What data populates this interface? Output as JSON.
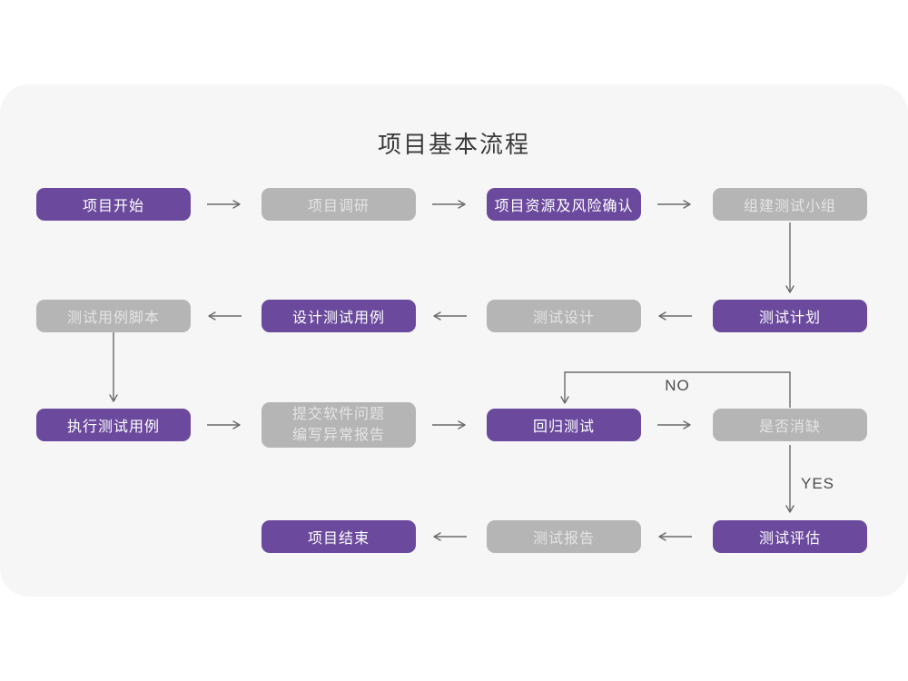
{
  "title": "项目基本流程",
  "colors": {
    "purple": "#6b4a9e",
    "gray": "#b5b5b6",
    "arrow": "#6a6a6a",
    "card_background": "#f6f6f7",
    "page_background": "#ffffff"
  },
  "flow": {
    "nodes": [
      {
        "label": "项目开始",
        "variant": "purple"
      },
      {
        "label": "项目调研",
        "variant": "gray"
      },
      {
        "label": "项目资源及风险确认",
        "variant": "purple"
      },
      {
        "label": "组建测试小组",
        "variant": "gray"
      },
      {
        "label": "测试计划",
        "variant": "purple"
      },
      {
        "label": "测试设计",
        "variant": "gray"
      },
      {
        "label": "设计测试用例",
        "variant": "purple"
      },
      {
        "label": "测试用例脚本",
        "variant": "gray"
      },
      {
        "label": "执行测试用例",
        "variant": "purple"
      },
      {
        "label": "提交软件问题\n编写异常报告",
        "variant": "gray"
      },
      {
        "label": "回归测试",
        "variant": "purple"
      },
      {
        "label": "是否消缺",
        "variant": "gray"
      },
      {
        "label": "测试评估",
        "variant": "purple"
      },
      {
        "label": "测试报告",
        "variant": "gray"
      },
      {
        "label": "项目结束",
        "variant": "purple"
      }
    ],
    "edge_labels": {
      "no": "NO",
      "yes": "YES"
    }
  }
}
